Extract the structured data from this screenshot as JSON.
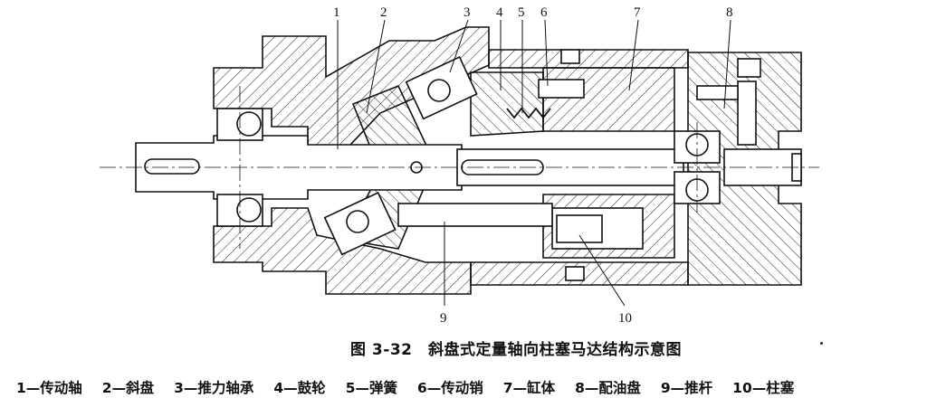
{
  "figure": {
    "caption": "图 3-32　斜盘式定量轴向柱塞马达结构示意图",
    "callouts": [
      "1",
      "2",
      "3",
      "4",
      "5",
      "6",
      "7",
      "8",
      "9",
      "10"
    ],
    "legend": [
      "1—传动轴",
      "2—斜盘",
      "3—推力轴承",
      "4—鼓轮",
      "5—弹簧",
      "6—传动销",
      "7—缸体",
      "8—配油盘",
      "9—推杆",
      "10—柱塞"
    ]
  }
}
